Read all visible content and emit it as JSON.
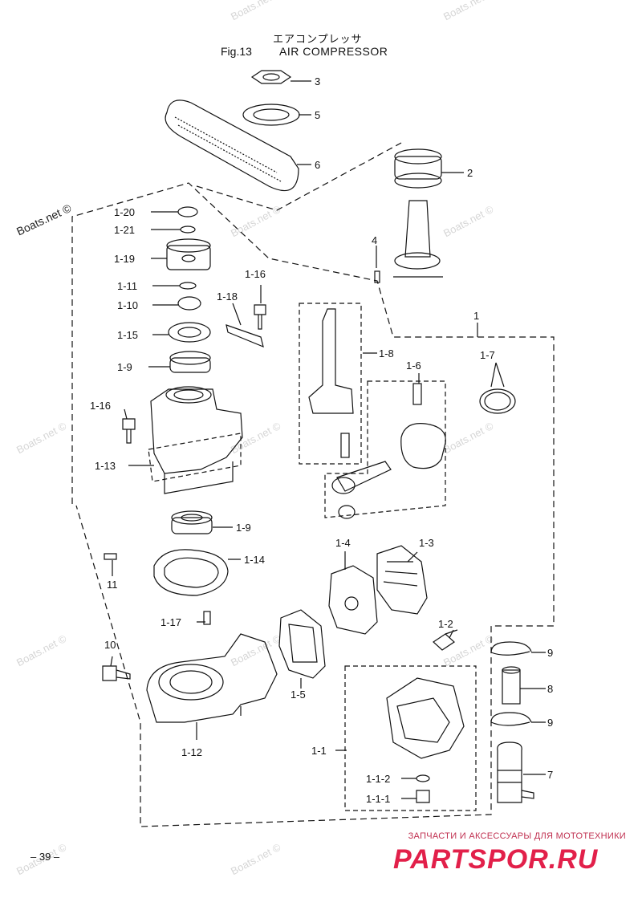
{
  "header": {
    "title_jp": "エアコンプレッサ",
    "fig_label": "Fig.13",
    "title_en": "AIR COMPRESSOR"
  },
  "callouts": [
    {
      "id": "c-3",
      "label": "3"
    },
    {
      "id": "c-5",
      "label": "5"
    },
    {
      "id": "c-6",
      "label": "6"
    },
    {
      "id": "c-2",
      "label": "2"
    },
    {
      "id": "c-4",
      "label": "4"
    },
    {
      "id": "c-1",
      "label": "1"
    },
    {
      "id": "c-1-20",
      "label": "1-20"
    },
    {
      "id": "c-1-21",
      "label": "1-21"
    },
    {
      "id": "c-1-19",
      "label": "1-19"
    },
    {
      "id": "c-1-11",
      "label": "1-11"
    },
    {
      "id": "c-1-10",
      "label": "1-10"
    },
    {
      "id": "c-1-15",
      "label": "1-15"
    },
    {
      "id": "c-1-9a",
      "label": "1-9"
    },
    {
      "id": "c-1-16a",
      "label": "1-16"
    },
    {
      "id": "c-1-18",
      "label": "1-18"
    },
    {
      "id": "c-1-8",
      "label": "1-8"
    },
    {
      "id": "c-1-6",
      "label": "1-6"
    },
    {
      "id": "c-1-7",
      "label": "1-7"
    },
    {
      "id": "c-1-16b",
      "label": "1-16"
    },
    {
      "id": "c-1-13",
      "label": "1-13"
    },
    {
      "id": "c-1-9b",
      "label": "1-9"
    },
    {
      "id": "c-1-14",
      "label": "1-14"
    },
    {
      "id": "c-11",
      "label": "11"
    },
    {
      "id": "c-1-4",
      "label": "1-4"
    },
    {
      "id": "c-1-3",
      "label": "1-3"
    },
    {
      "id": "c-1-17",
      "label": "1-17"
    },
    {
      "id": "c-10",
      "label": "10"
    },
    {
      "id": "c-1-5",
      "label": "1-5"
    },
    {
      "id": "c-1-2",
      "label": "1-2"
    },
    {
      "id": "c-9a",
      "label": "9"
    },
    {
      "id": "c-8",
      "label": "8"
    },
    {
      "id": "c-9b",
      "label": "9"
    },
    {
      "id": "c-1-12",
      "label": "1-12"
    },
    {
      "id": "c-1-1",
      "label": "1-1"
    },
    {
      "id": "c-7",
      "label": "7"
    },
    {
      "id": "c-1-1-2",
      "label": "1-1-2"
    },
    {
      "id": "c-1-1-1",
      "label": "1-1-1"
    }
  ],
  "watermark": "Boats.net ©",
  "page_number": "– 39 –",
  "brand": {
    "tagline": "ЗАПЧАСТИ И АКСЕССУАРЫ ДЛЯ МОТОТЕХНИКИ",
    "name": "PARTSPOR.RU",
    "color": "#e2204a"
  }
}
